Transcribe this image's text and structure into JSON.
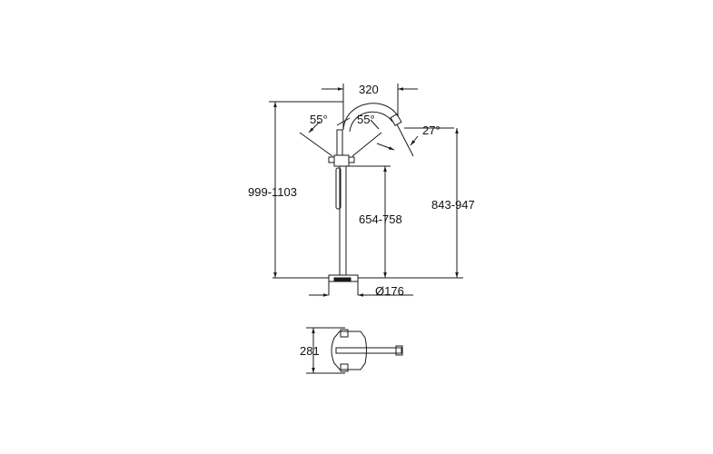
{
  "drawing": {
    "title": "Freestanding bath mixer technical drawing",
    "line_color": "#1a1a1a",
    "background": "#ffffff",
    "dimensions": {
      "spout_reach": "320",
      "total_height": "999-1103",
      "handle_height": "654-758",
      "spout_outlet_height": "843-947",
      "base_diameter": "Ø176",
      "plan_depth": "281"
    },
    "angles": {
      "handle_left": "55°",
      "handle_right": "55°",
      "spout_tilt": "27°"
    },
    "views": [
      "elevation-view",
      "plan-view"
    ]
  }
}
